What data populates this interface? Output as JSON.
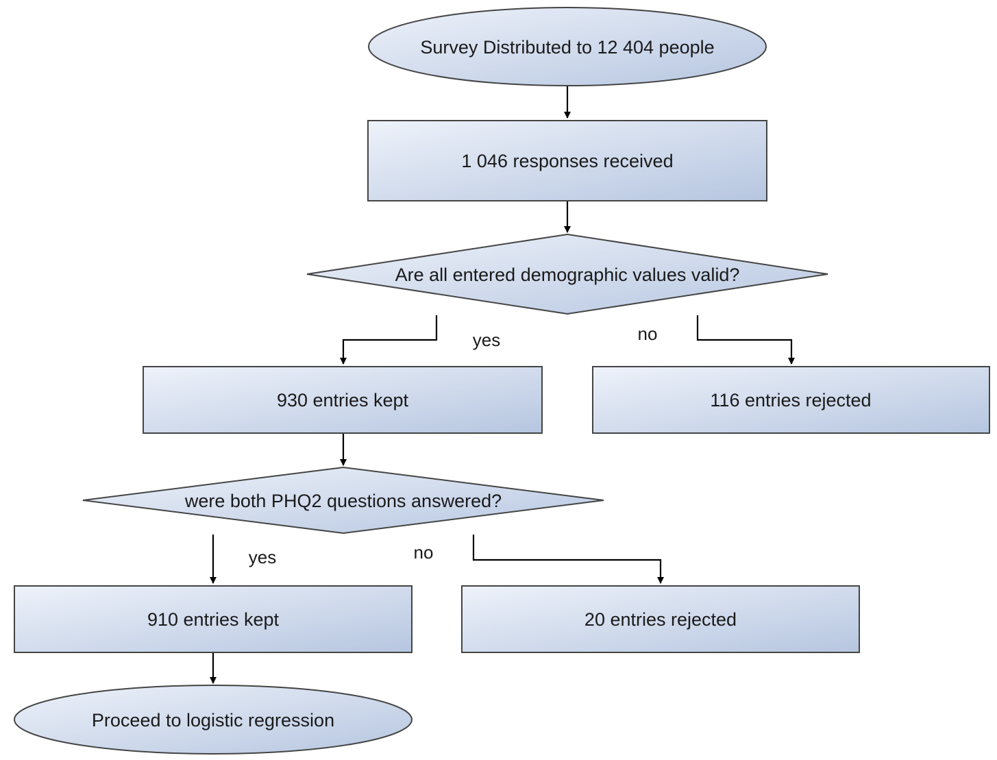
{
  "nodes": {
    "survey": "Survey Distributed to 12 404 people",
    "responses": "1 046 responses received",
    "decision_demographic": "Are all entered demographic values valid?",
    "kept_930": "930 entries kept",
    "rejected_116": "116 entries rejected",
    "decision_phq2": "were both PHQ2 questions answered?",
    "kept_910": "910 entries kept",
    "rejected_20": "20 entries rejected",
    "proceed": "Proceed to logistic regression"
  },
  "edge_labels": {
    "demographic_yes": "yes",
    "demographic_no": "no",
    "phq2_yes": "yes",
    "phq2_no": "no"
  },
  "colors": {
    "shape_fill_light": "#eef2fa",
    "shape_fill_dark": "#b6c6e0",
    "shape_stroke": "#444444",
    "connector": "#000000"
  }
}
